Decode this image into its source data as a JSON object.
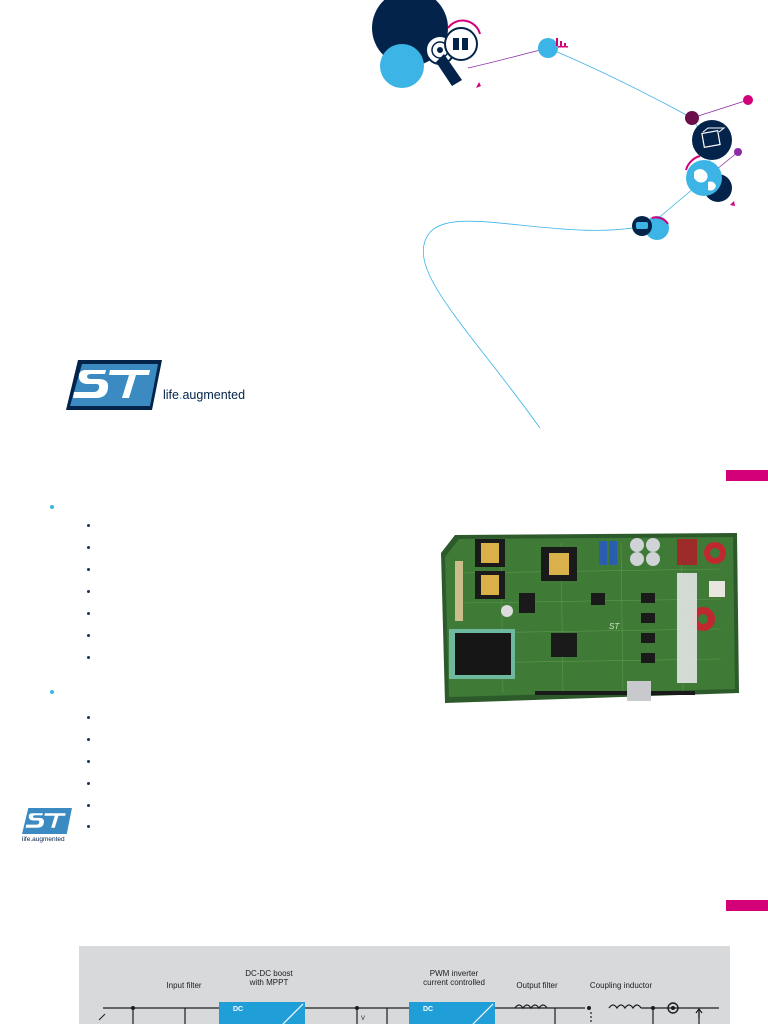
{
  "colors": {
    "st_blue": "#03234b",
    "light_blue": "#3cb4e6",
    "pink": "#d4007a",
    "diagram_bg": "#d8d9db",
    "dc_blue": "#1f9ed8"
  },
  "logo": {
    "tagline_prefix": "life",
    "tagline_dot": ".",
    "tagline_suffix": "augmented",
    "small_tagline": "life.augmented"
  },
  "diagram": {
    "labels": {
      "input_filter": "Input filter",
      "dcdc_boost_line1": "DC-DC boost",
      "dcdc_boost_line2": "with MPPT",
      "pwm_line1": "PWM inverter",
      "pwm_line2": "current controlled",
      "output_filter": "Output filter",
      "coupling_inductor": "Coupling inductor"
    },
    "box1_text": "DC",
    "box2_text": "DC"
  },
  "icons": [
    "touch-icon",
    "battery-icon",
    "cube-icon",
    "globe-icon",
    "car-icon",
    "signal-icon"
  ]
}
